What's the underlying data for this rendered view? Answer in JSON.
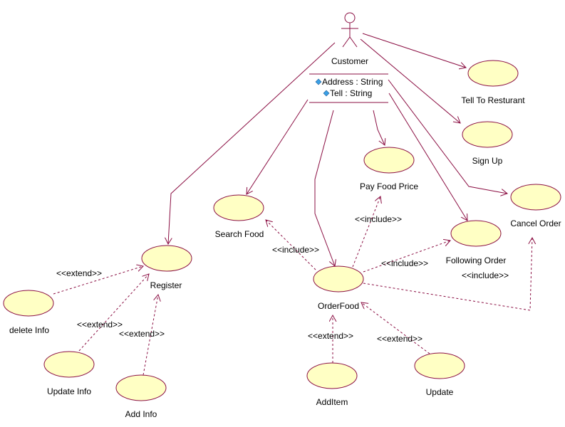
{
  "diagram": {
    "actor": {
      "name": "Customer",
      "attributes": [
        "Address : String",
        "Tell : String"
      ]
    },
    "use_cases": {
      "tell_to_resturant": "Tell To Resturant",
      "sign_up": "Sign Up",
      "pay_food_price": "Pay Food Price",
      "cancel_order": "Cancel Order",
      "search_food": "Search Food",
      "following_order": "Following Order",
      "register": "Register",
      "order_food": "OrderFood",
      "delete_info": "delete Info",
      "update_info": "Update Info",
      "add_info": "Add Info",
      "add_item": "AddItem",
      "update": "Update"
    },
    "stereotypes": {
      "extend": "<<extend>>",
      "include": "<<include>>"
    },
    "colors": {
      "line": "#8b0f43",
      "usecase_fill": "#ffffc4",
      "attribute_icon": "#3aa0e6"
    }
  }
}
